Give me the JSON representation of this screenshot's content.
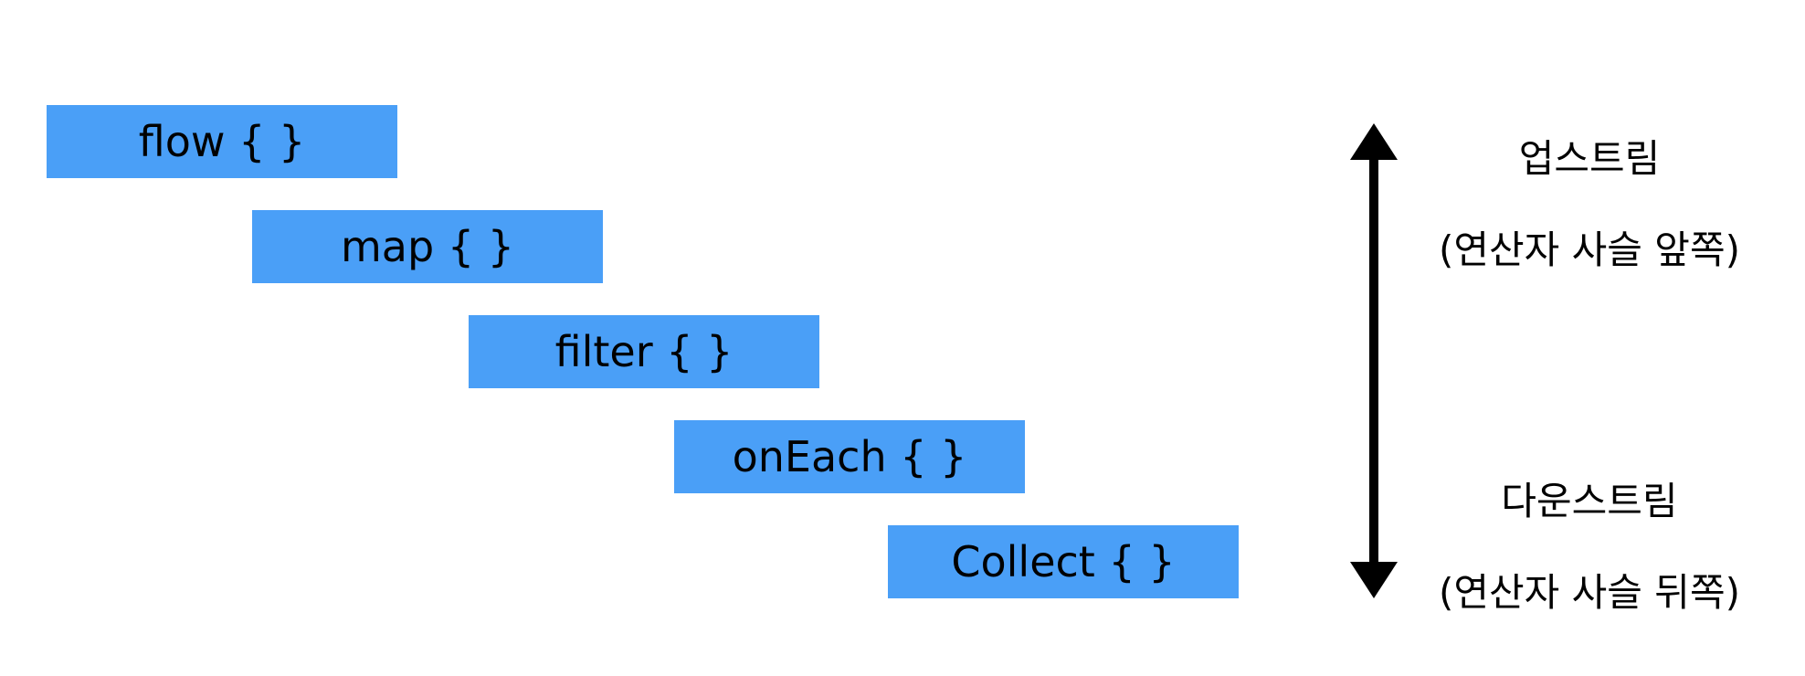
{
  "colors": {
    "box_fill": "#4a9ff7",
    "arrow": "#000000",
    "text": "#000000"
  },
  "operators": [
    {
      "label": "flow { }"
    },
    {
      "label": "map { }"
    },
    {
      "label": "filter { }"
    },
    {
      "label": "onEach { }"
    },
    {
      "label": "Collect { }"
    }
  ],
  "arrow": {
    "icon": "double-headed-vertical-arrow"
  },
  "upstream": {
    "title": "업스트림",
    "note": "(연산자 사슬 앞쪽)"
  },
  "downstream": {
    "title": "다운스트림",
    "note": "(연산자 사슬 뒤쪽)"
  }
}
